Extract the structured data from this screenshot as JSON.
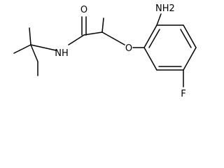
{
  "molecule": {
    "atom_labels": {
      "amino": "NH2",
      "carbonyl_oxygen": "O",
      "ether_oxygen": "O",
      "amide_nitrogen": "NH",
      "fluorine": "F"
    }
  }
}
